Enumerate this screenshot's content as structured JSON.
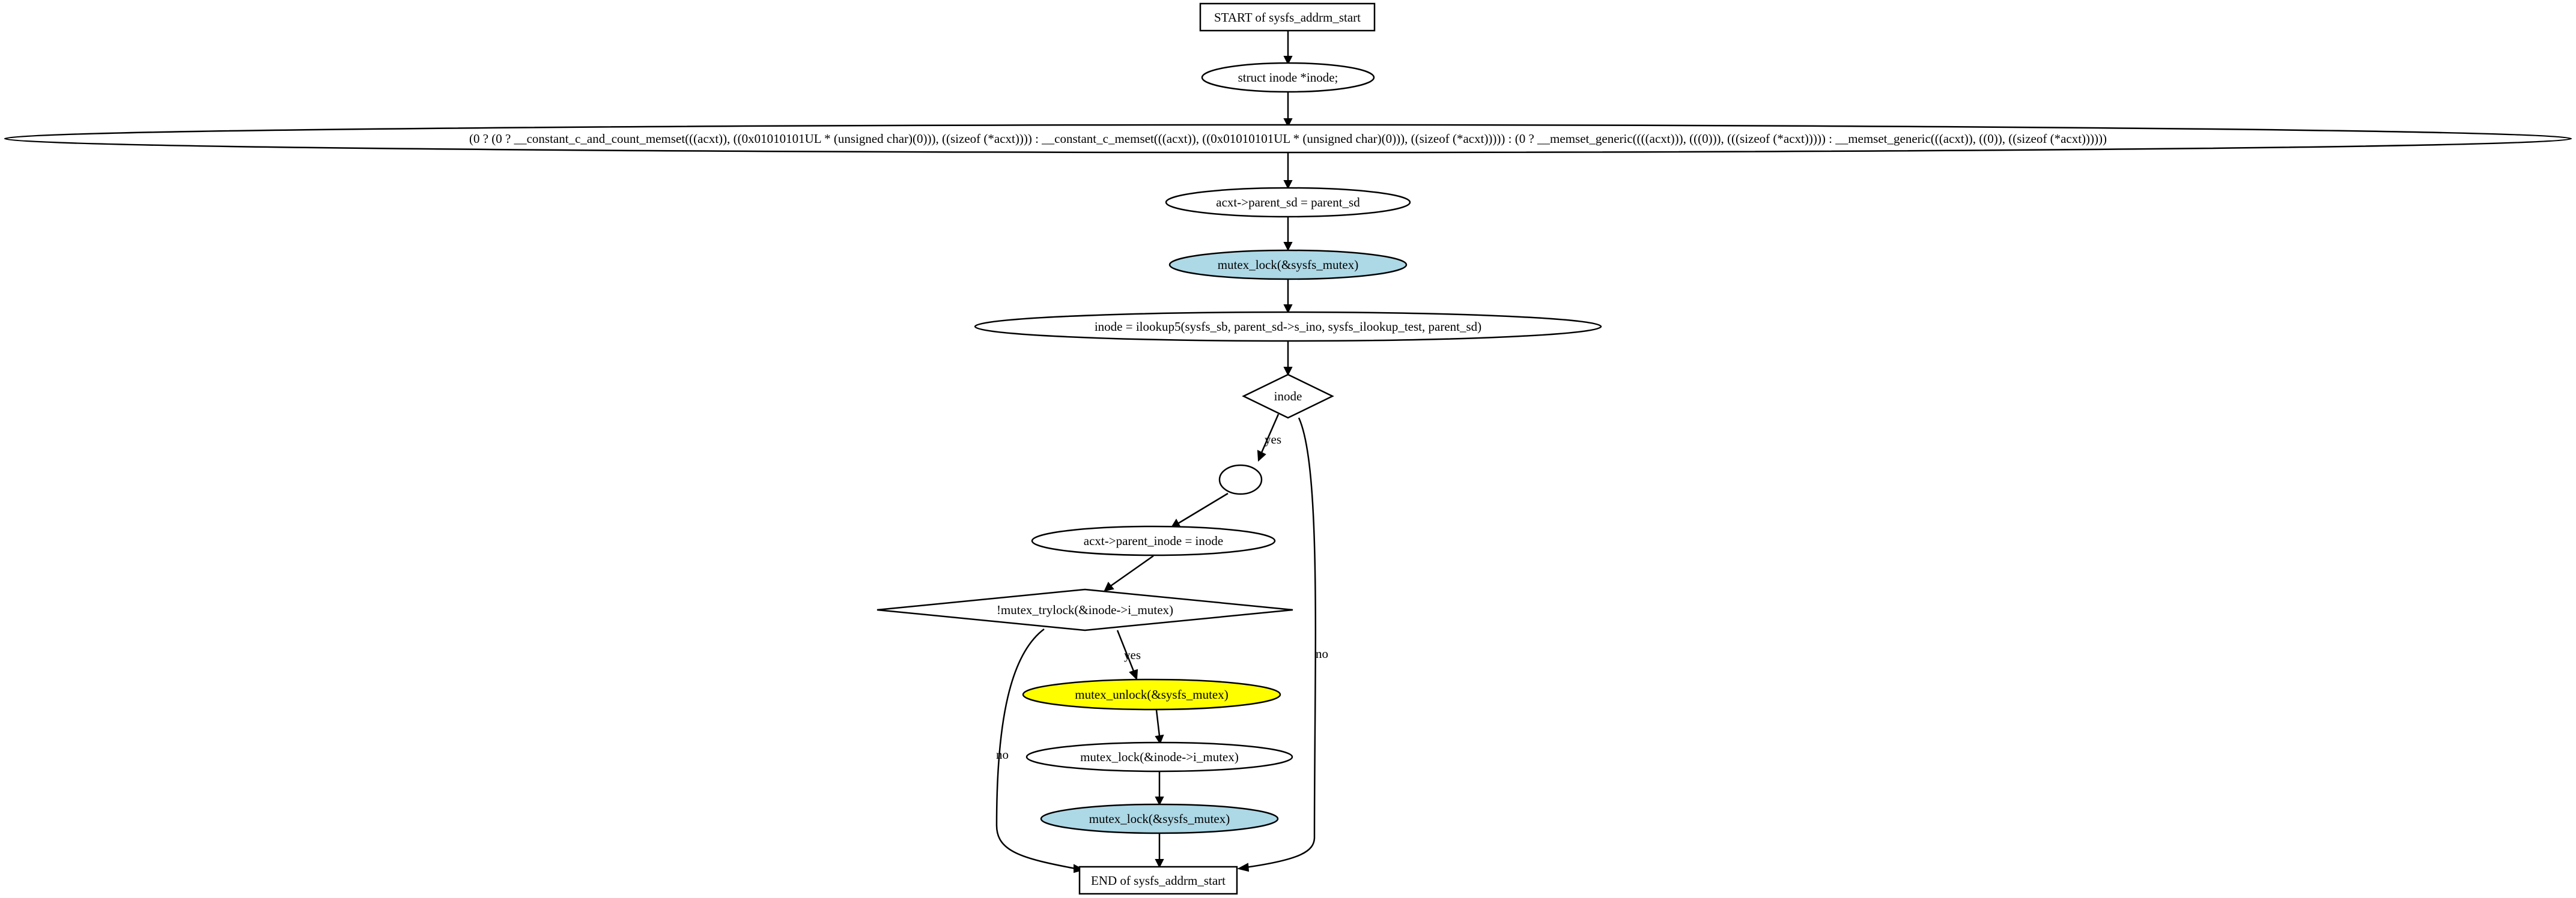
{
  "colors": {
    "default_fill": "#ffffff",
    "lock_fill": "#add8e6",
    "unlock_fill": "#ffff00",
    "stroke": "#000000"
  },
  "nodes": {
    "start": "START of sysfs_addrm_start",
    "decl_inode": "struct inode *inode;",
    "memset": "(0 ? (0 ? __constant_c_and_count_memset(((acxt)), ((0x01010101UL * (unsigned char)(0))), ((sizeof (*acxt)))) : __constant_c_memset(((acxt)), ((0x01010101UL * (unsigned char)(0))), ((sizeof (*acxt))))) : (0 ? __memset_generic((((acxt))), (((0))), (((sizeof (*acxt))))) : __memset_generic(((acxt)), ((0)), ((sizeof (*acxt))))))",
    "assign_parent_sd": "acxt->parent_sd = parent_sd",
    "mutex_lock_sysfs_1": "mutex_lock(&sysfs_mutex)",
    "ilookup5": "inode = ilookup5(sysfs_sb, parent_sd->s_ino, sysfs_ilookup_test, parent_sd)",
    "cond_inode": "inode",
    "empty": "",
    "assign_parent_inode": "acxt->parent_inode = inode",
    "cond_trylock": "!mutex_trylock(&inode->i_mutex)",
    "mutex_unlock_sysfs": "mutex_unlock(&sysfs_mutex)",
    "mutex_lock_imutex": "mutex_lock(&inode->i_mutex)",
    "mutex_lock_sysfs_2": "mutex_lock(&sysfs_mutex)",
    "end": "END of sysfs_addrm_start"
  },
  "edge_labels": {
    "inode_yes": "yes",
    "inode_no": "no",
    "trylock_yes": "yes",
    "trylock_no": "no"
  }
}
